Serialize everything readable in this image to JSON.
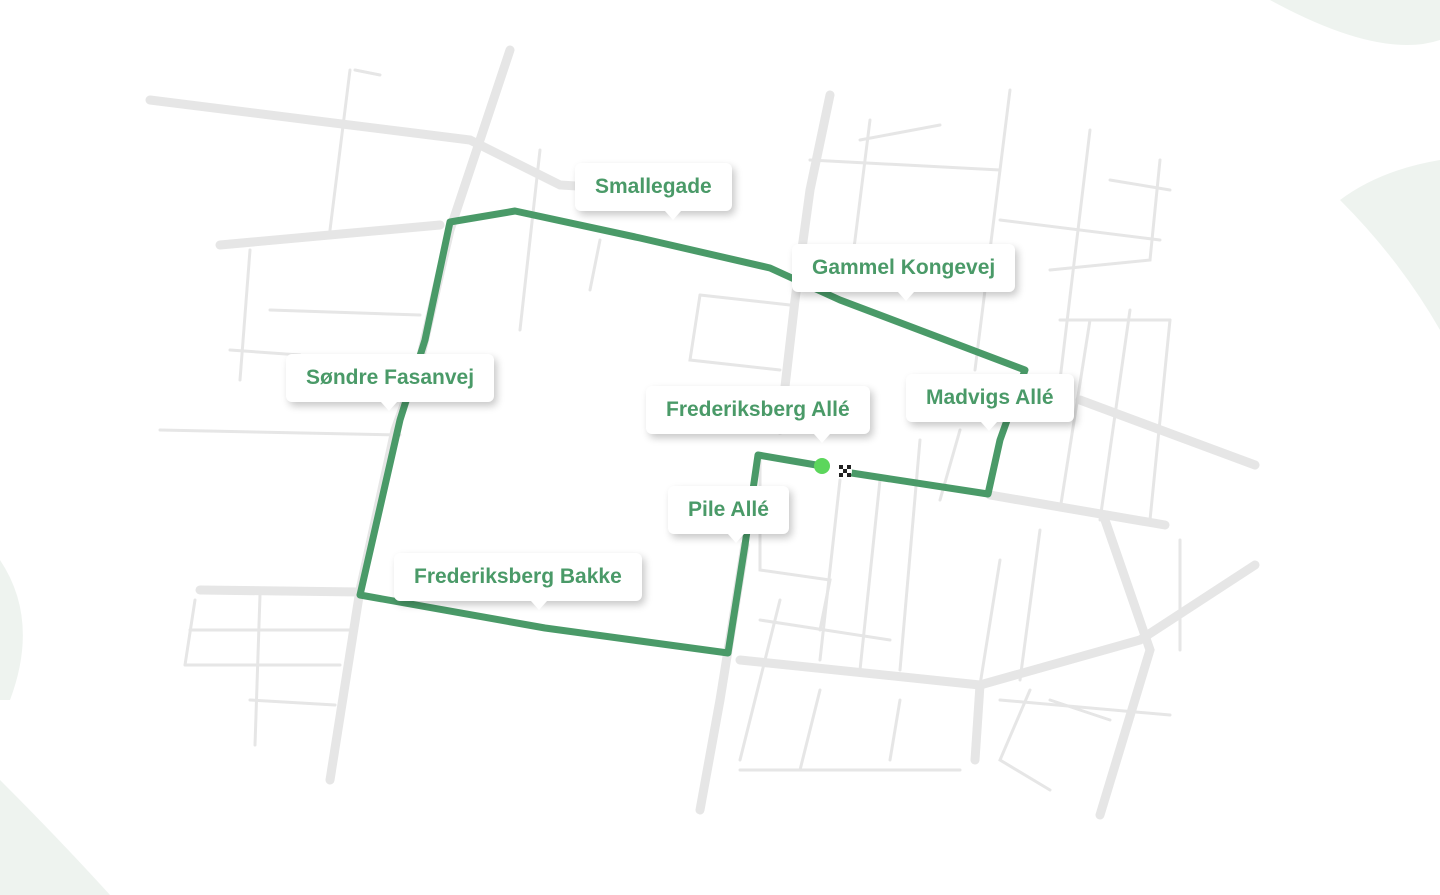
{
  "map": {
    "route_color": "#4a9a68",
    "start_marker_color": "#5cd65c",
    "start_icon": "start-dot",
    "finish_icon": "checkered-flag",
    "street_labels": [
      {
        "name": "Smallegade"
      },
      {
        "name": "Gammel Kongevej"
      },
      {
        "name": "Søndre Fasanvej"
      },
      {
        "name": "Frederiksberg Allé"
      },
      {
        "name": "Madvigs Allé"
      },
      {
        "name": "Pile Allé"
      },
      {
        "name": "Frederiksberg  Bakke"
      }
    ]
  }
}
